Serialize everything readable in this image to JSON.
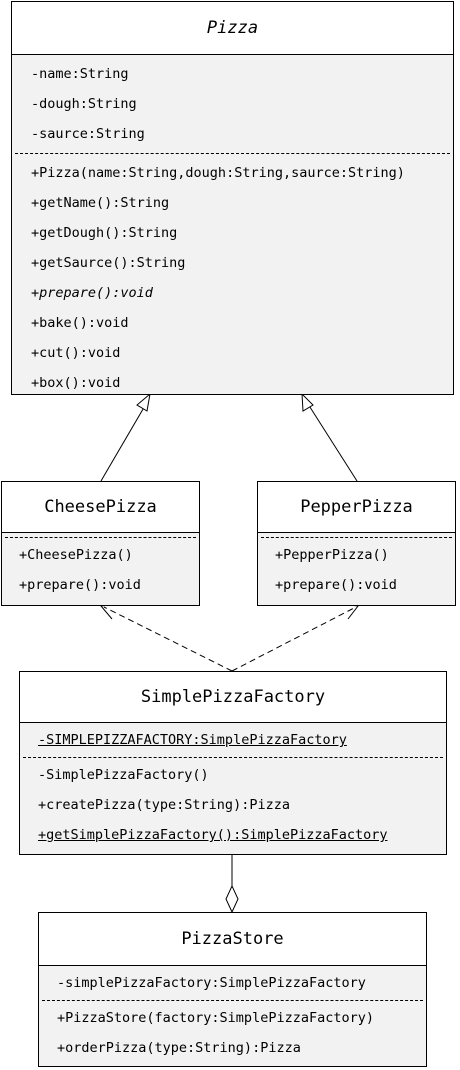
{
  "classes": {
    "pizza": {
      "name": "Pizza",
      "attributes": [
        "-name:String",
        "-dough:String",
        "-saurce:String"
      ],
      "methods": [
        "+Pizza(name:String,dough:String,saurce:String)",
        "+getName():String",
        "+getDough():String",
        "+getSaurce():String",
        "+prepare():void",
        "+bake():void",
        "+cut():void",
        "+box():void"
      ]
    },
    "cheese_pizza": {
      "name": "CheesePizza",
      "methods": [
        "+CheesePizza()",
        "+prepare():void"
      ]
    },
    "pepper_pizza": {
      "name": "PepperPizza",
      "methods": [
        "+PepperPizza()",
        "+prepare():void"
      ]
    },
    "simple_pizza_factory": {
      "name": "SimplePizzaFactory",
      "attributes": [
        "-SIMPLEPIZZAFACTORY:SimplePizzaFactory"
      ],
      "methods": [
        "-SimplePizzaFactory()",
        "+createPizza(type:String):Pizza",
        "+getSimplePizzaFactory():SimplePizzaFactory"
      ]
    },
    "pizza_store": {
      "name": "PizzaStore",
      "attributes": [
        "-simplePizzaFactory:SimplePizzaFactory"
      ],
      "methods": [
        "+PizzaStore(factory:SimplePizzaFactory)",
        "+orderPizza(type:String):Pizza"
      ]
    }
  },
  "relations": [
    {
      "from": "CheesePizza",
      "to": "Pizza",
      "kind": "generalization"
    },
    {
      "from": "PepperPizza",
      "to": "Pizza",
      "kind": "generalization"
    },
    {
      "from": "SimplePizzaFactory",
      "to": "CheesePizza",
      "kind": "dependency"
    },
    {
      "from": "SimplePizzaFactory",
      "to": "PepperPizza",
      "kind": "dependency"
    },
    {
      "from": "PizzaStore",
      "to": "SimplePizzaFactory",
      "kind": "aggregation"
    }
  ]
}
